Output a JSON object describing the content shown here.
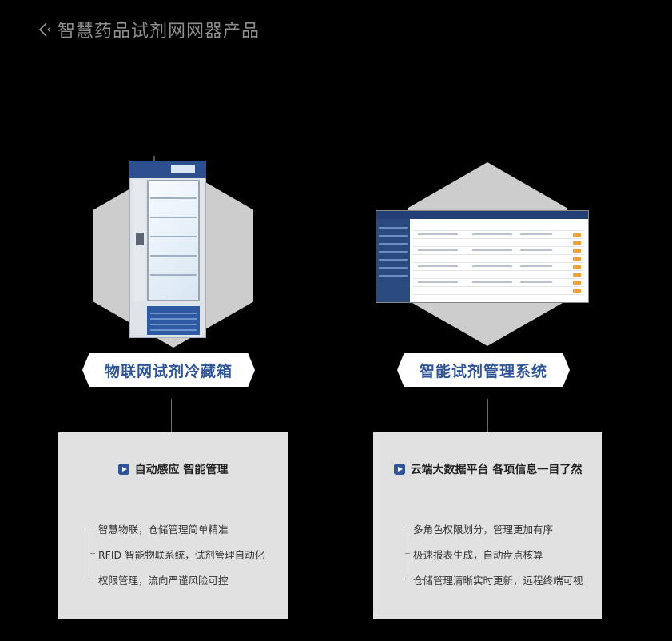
{
  "header": {
    "title": "智慧药品试剂网网器产品"
  },
  "products": [
    {
      "label": "物联网试剂冷藏箱",
      "card_title": "自动感应 智能管理",
      "features": [
        "智慧物联，仓储管理简单精准",
        "RFID 智能物联系统，试剂管理自动化",
        "权限管理，流向严谨风险可控"
      ]
    },
    {
      "label": "智能试剂管理系统",
      "card_title": "云端大数据平台 各项信息一目了然",
      "features": [
        "多角色权限划分，管理更加有序",
        "极速报表生成，自动盘点核算",
        "仓储管理清晰实时更新，远程终端可视"
      ]
    }
  ],
  "icons": {
    "back": "chevron-left-icon",
    "bullet": "play-icon"
  },
  "colors": {
    "background": "#000000",
    "accent": "#2f5597",
    "card": "#e1e1e1",
    "hexagon": "#cdcdcd"
  }
}
